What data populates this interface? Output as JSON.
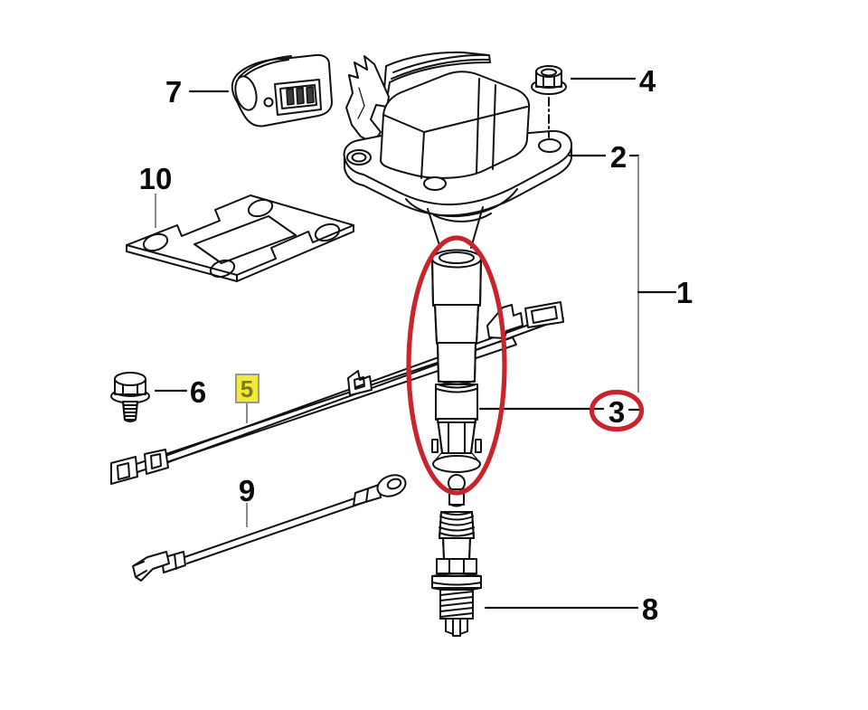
{
  "callouts": {
    "c1": {
      "label": "1",
      "highlight": "none"
    },
    "c2": {
      "label": "2",
      "highlight": "none"
    },
    "c3": {
      "label": "3",
      "highlight": "red-circle"
    },
    "c4": {
      "label": "4",
      "highlight": "none"
    },
    "c5": {
      "label": "5",
      "highlight": "yellow-box"
    },
    "c6": {
      "label": "6",
      "highlight": "none"
    },
    "c7": {
      "label": "7",
      "highlight": "none"
    },
    "c8": {
      "label": "8",
      "highlight": "none"
    },
    "c9": {
      "label": "9",
      "highlight": "none"
    },
    "c10": {
      "label": "10",
      "highlight": "none"
    }
  },
  "colors": {
    "line": "#111111",
    "highlight_red": "#c9232b",
    "highlight_yellow": "#f2ea3a",
    "highlight_yellow_border": "#9a9a92",
    "highlight_yellow_text": "#7c7c10",
    "background": "#ffffff"
  }
}
